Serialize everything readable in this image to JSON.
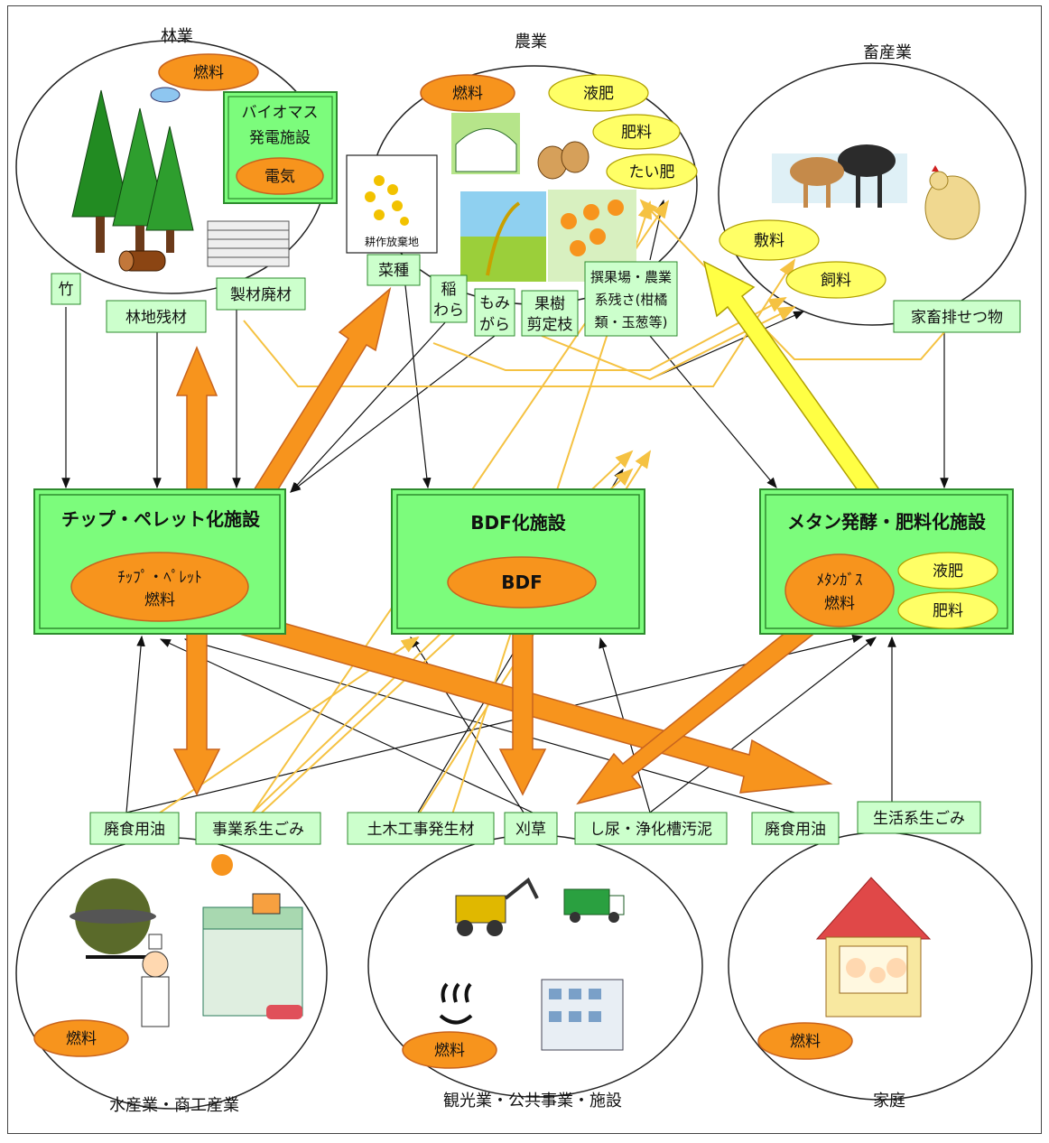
{
  "sectors": {
    "forestry": "林業",
    "agriculture": "農業",
    "livestock": "畜産業",
    "fishery_commerce": "水産業・商工産業",
    "tourism_public": "観光業・公共事業・施設",
    "household": "家庭"
  },
  "products": {
    "fuel": "燃料",
    "electricity": "電気",
    "liquid_fertilizer": "液肥",
    "fertilizer": "肥料",
    "compost": "たい肥",
    "bedding": "敷料",
    "feed": "飼料"
  },
  "biomass_plant": {
    "line1": "バイオマス",
    "line2": "発電施設"
  },
  "abandoned_land": "耕作放棄地",
  "resources": {
    "bamboo": "竹",
    "forest_residue": "林地残材",
    "sawmill_waste": "製材廃材",
    "rapeseed": "菜種",
    "rice_straw_1": "稲",
    "rice_straw_2": "わら",
    "rice_husk_1": "もみ",
    "rice_husk_2": "がら",
    "pruning_1": "果樹",
    "pruning_2": "剪定枝",
    "ag_residue_1": "撰果場・農業",
    "ag_residue_2": "系残さ(柑橘",
    "ag_residue_3": "類・玉葱等)",
    "livestock_manure": "家畜排せつ物",
    "waste_oil_1": "廃食用油",
    "business_food_waste": "事業系生ごみ",
    "construction_soil": "土木工事発生材",
    "cut_grass": "刈草",
    "sewage_sludge": "し尿・浄化槽汚泥",
    "waste_oil_2": "廃食用油",
    "household_food_waste": "生活系生ごみ"
  },
  "facilities": {
    "chip": {
      "title": "チップ・ペレット化施設",
      "product_line1": "ﾁｯﾌﾟ・ﾍﾟﾚｯﾄ",
      "product_line2": "燃料"
    },
    "bdf": {
      "title": "BDF化施設",
      "product": "BDF"
    },
    "methane": {
      "title": "メタン発酵・肥料化施設",
      "product_line1": "ﾒﾀﾝｶﾞｽ",
      "product_line2": "燃料"
    }
  },
  "colors": {
    "facility_fill": "#7cfc7c",
    "facility_border": "#2e8b2e",
    "label_fill": "#ccffcc",
    "orange": "#f7941d",
    "orange_dark": "#c8641e",
    "yellow": "#ffff66",
    "yellow_line": "#f5c242"
  }
}
